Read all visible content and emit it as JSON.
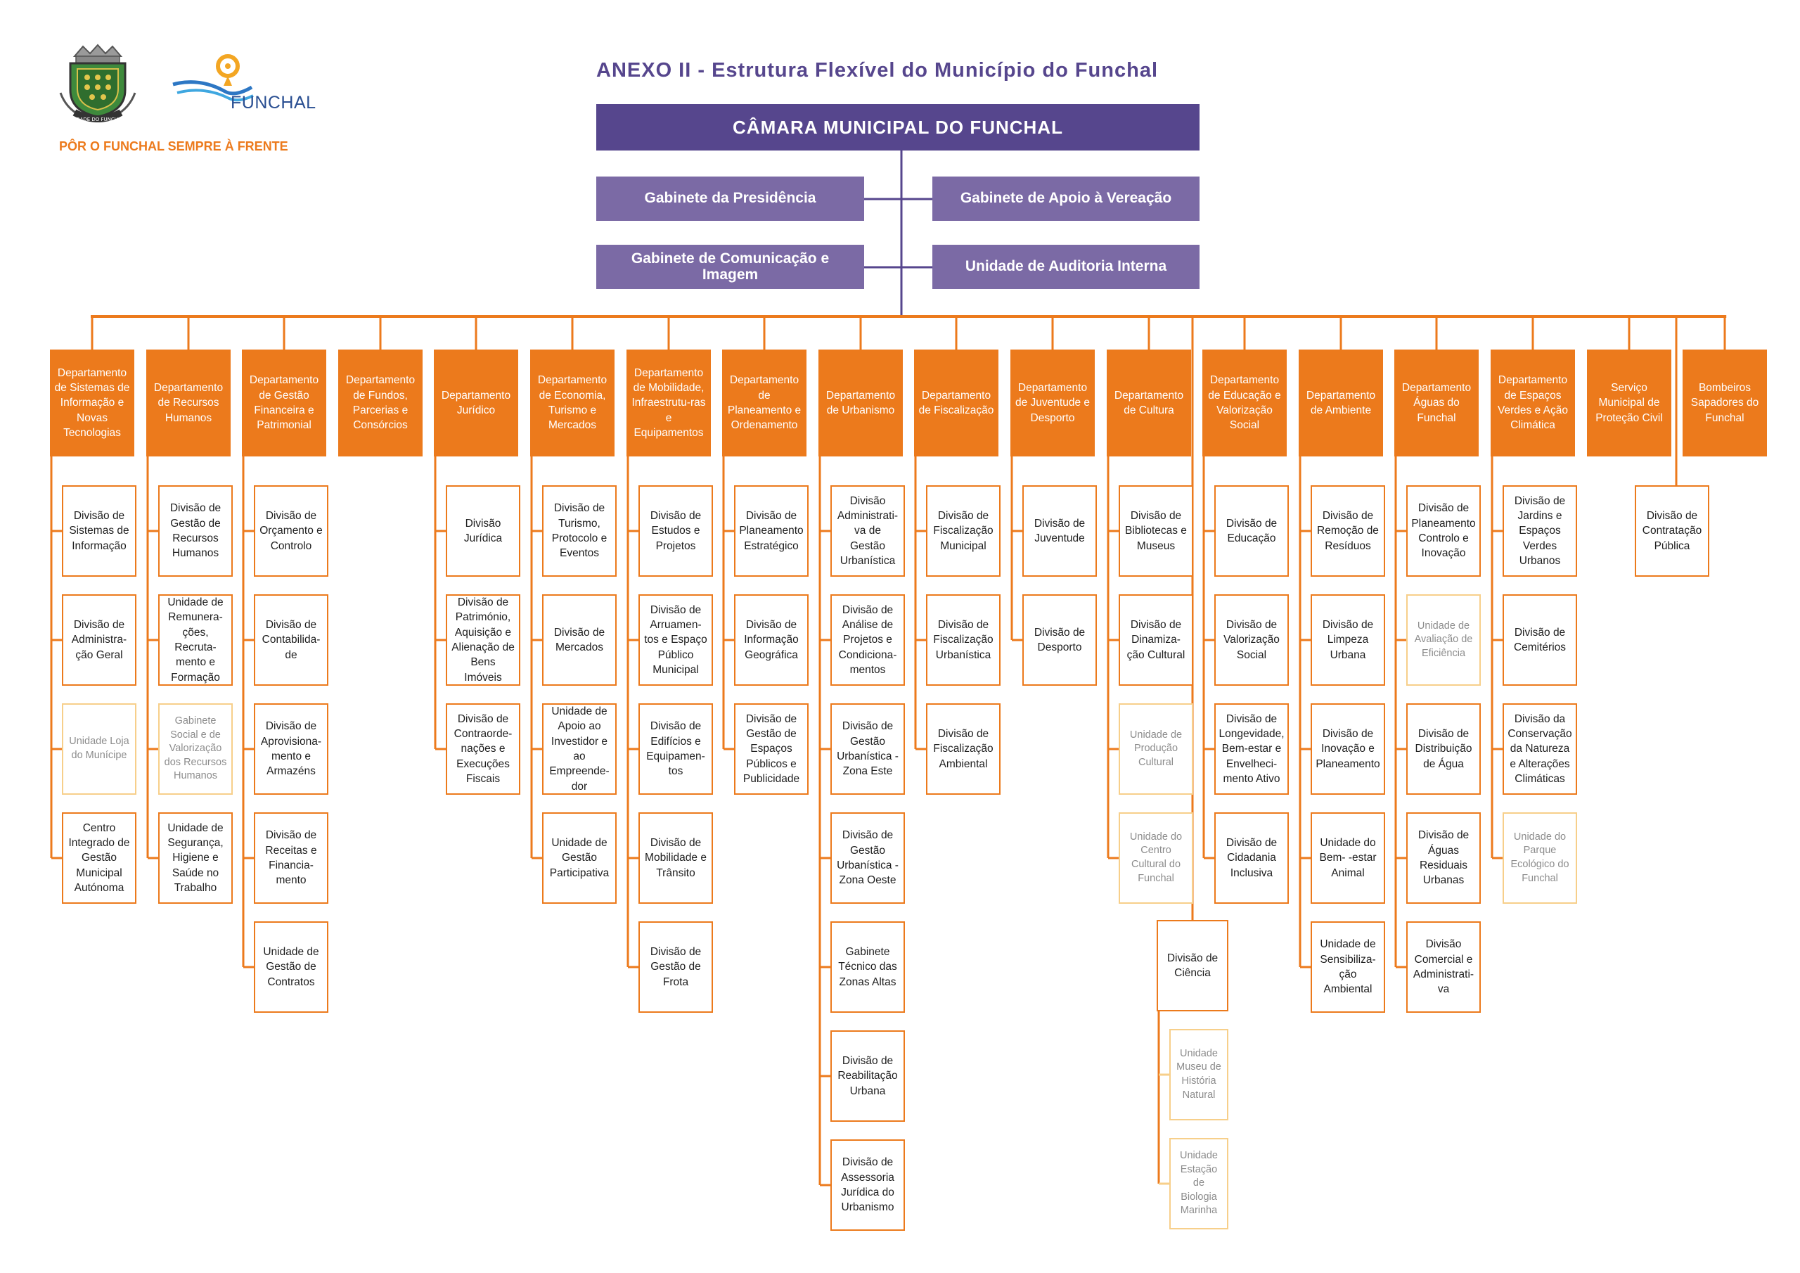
{
  "header": {
    "title": "ANEXO II - Estrutura Flexível do Município do Funchal",
    "brand": "FUNCHAL",
    "slogan": "PÔR O FUNCHAL SEMPRE À FRENTE",
    "crest_caption": "CIDADE DO FUNCHAL",
    "crest_icon": "municipal-crest-icon",
    "logo_icon": "funchal-logo-icon",
    "colors": {
      "purple": "#56468d",
      "purple_light": "#7b6aa5",
      "orange": "#ec7a1c",
      "unit_border": "#f7cf8a"
    }
  },
  "top": "CÂMARA MUNICIPAL DO FUNCHAL",
  "gabinetes": [
    "Gabinete da Presidência",
    "Gabinete de Apoio à Vereação",
    "Gabinete de Comunicação e Imagem",
    "Unidade de Auditoria Interna"
  ],
  "departments": [
    {
      "name": "Departamento de Sistemas de Informação e Novas Tecnologias",
      "subs": [
        {
          "text": "Divisão de Sistemas de Informação",
          "t": "div"
        },
        {
          "text": "Divisão de Administra-ção Geral",
          "t": "div"
        },
        {
          "text": "Unidade Loja do Munícipe",
          "t": "unit"
        },
        {
          "text": "Centro Integrado de Gestão Municipal Autónoma",
          "t": "div"
        }
      ]
    },
    {
      "name": "Departamento de Recursos Humanos",
      "subs": [
        {
          "text": "Divisão de Gestão de Recursos Humanos",
          "t": "div"
        },
        {
          "text": "Unidade de Remunera-ções, Recruta-mento e Formação",
          "t": "div"
        },
        {
          "text": "Gabinete Social e de Valorização dos Recursos Humanos",
          "t": "unit"
        },
        {
          "text": "Unidade de Segurança, Higiene e Saúde no Trabalho",
          "t": "div"
        }
      ]
    },
    {
      "name": "Departamento de Gestão Financeira e Patrimonial",
      "subs": [
        {
          "text": "Divisão de Orçamento e Controlo",
          "t": "div"
        },
        {
          "text": "Divisão de Contabilida-de",
          "t": "div"
        },
        {
          "text": "Divisão de Aprovisiona-mento e Armazéns",
          "t": "div"
        },
        {
          "text": "Divisão de Receitas e Financia-mento",
          "t": "div"
        },
        {
          "text": "Unidade de Gestão de Contratos",
          "t": "div"
        }
      ]
    },
    {
      "name": "Departamento de Fundos, Parcerias e Consórcios",
      "subs": []
    },
    {
      "name": "Departamento Jurídico",
      "subs": [
        {
          "text": "Divisão Jurídica",
          "t": "div"
        },
        {
          "text": "Divisão de Património, Aquisição e Alienação de Bens Imóveis",
          "t": "div"
        },
        {
          "text": "Divisão de Contraorde-nações e Execuções Fiscais",
          "t": "div"
        }
      ]
    },
    {
      "name": "Departamento de Economia, Turismo e Mercados",
      "subs": [
        {
          "text": "Divisão de Turismo, Protocolo e Eventos",
          "t": "div"
        },
        {
          "text": "Divisão de Mercados",
          "t": "div"
        },
        {
          "text": "Unidade de Apoio ao Investidor e ao Empreende-dor",
          "t": "div"
        },
        {
          "text": "Unidade de Gestão Participativa",
          "t": "div"
        }
      ]
    },
    {
      "name": "Departamento de Mobilidade, Infraestrutu-ras e Equipamentos",
      "subs": [
        {
          "text": "Divisão de Estudos e Projetos",
          "t": "div"
        },
        {
          "text": "Divisão de Arruamen-tos e Espaço Público Municipal",
          "t": "div"
        },
        {
          "text": "Divisão de Edifícios e Equipamen-tos",
          "t": "div"
        },
        {
          "text": "Divisão de Mobilidade e Trânsito",
          "t": "div"
        },
        {
          "text": "Divisão de Gestão de Frota",
          "t": "div"
        }
      ]
    },
    {
      "name": "Departamento de Planeamento e Ordenamento",
      "subs": [
        {
          "text": "Divisão de Planeamento Estratégico",
          "t": "div"
        },
        {
          "text": "Divisão de Informação Geográfica",
          "t": "div"
        },
        {
          "text": "Divisão de Gestão de Espaços Públicos e Publicidade",
          "t": "div"
        }
      ]
    },
    {
      "name": "Departamento de Urbanismo",
      "subs": [
        {
          "text": "Divisão Administrati-va de Gestão Urbanística",
          "t": "div"
        },
        {
          "text": "Divisão de Análise de Projetos e Condiciona-mentos",
          "t": "div"
        },
        {
          "text": "Divisão de Gestão Urbanística - Zona Este",
          "t": "div"
        },
        {
          "text": "Divisão de Gestão Urbanística - Zona Oeste",
          "t": "div"
        },
        {
          "text": "Gabinete Técnico das Zonas Altas",
          "t": "div"
        },
        {
          "text": "Divisão de Reabilitação Urbana",
          "t": "div"
        },
        {
          "text": "Divisão de Assessoria Jurídica do Urbanismo",
          "t": "div"
        }
      ]
    },
    {
      "name": "Departamento de Fiscalização",
      "subs": [
        {
          "text": "Divisão de Fiscalização Municipal",
          "t": "div"
        },
        {
          "text": "Divisão de Fiscalização Urbanística",
          "t": "div"
        },
        {
          "text": "Divisão de Fiscalização Ambiental",
          "t": "div"
        }
      ]
    },
    {
      "name": "Departamento de Juventude e Desporto",
      "subs": [
        {
          "text": "Divisão de Juventude",
          "t": "div"
        },
        {
          "text": "Divisão de Desporto",
          "t": "div"
        }
      ]
    },
    {
      "name": "Departamento de Cultura",
      "subs": [
        {
          "text": "Divisão de Bibliotecas e Museus",
          "t": "div"
        },
        {
          "text": "Divisão de Dinamiza-ção Cultural",
          "t": "div"
        },
        {
          "text": "Unidade de Produção Cultural",
          "t": "unit"
        },
        {
          "text": "Unidade do Centro Cultural do Funchal",
          "t": "unit"
        }
      ]
    },
    {
      "name": "Departamento de Educação e Valorização Social",
      "subs": [
        {
          "text": "Divisão de Educação",
          "t": "div"
        },
        {
          "text": "Divisão de Valorização Social",
          "t": "div"
        },
        {
          "text": "Divisão de Longevidade, Bem-estar e Envelheci-mento Ativo",
          "t": "div"
        },
        {
          "text": "Divisão de Cidadania Inclusiva",
          "t": "div"
        }
      ]
    },
    {
      "name": "Departamento de Ambiente",
      "subs": [
        {
          "text": "Divisão de Remoção de Resíduos",
          "t": "div"
        },
        {
          "text": "Divisão de Limpeza Urbana",
          "t": "div"
        },
        {
          "text": "Divisão de Inovação e Planeamento",
          "t": "div"
        },
        {
          "text": "Unidade do Bem- -estar Animal",
          "t": "div"
        },
        {
          "text": "Unidade de Sensibiliza-ção Ambiental",
          "t": "div"
        }
      ]
    },
    {
      "name": "Departamento Águas do Funchal",
      "subs": [
        {
          "text": "Divisão de Planeamento Controlo e Inovação",
          "t": "div"
        },
        {
          "text": "Unidade de Avaliação de Eficiência",
          "t": "unit"
        },
        {
          "text": "Divisão de Distribuição de Água",
          "t": "div"
        },
        {
          "text": "Divisão de Águas Residuais Urbanas",
          "t": "div"
        },
        {
          "text": "Divisão Comercial e Administrati-va",
          "t": "div"
        }
      ]
    },
    {
      "name": "Departamento de Espaços Verdes e Ação Climática",
      "subs": [
        {
          "text": "Divisão de Jardins e Espaços Verdes Urbanos",
          "t": "div"
        },
        {
          "text": "Divisão de Cemitérios",
          "t": "div"
        },
        {
          "text": "Divisão da Conservação da Natureza e Alterações Climáticas",
          "t": "div"
        },
        {
          "text": "Unidade do Parque Ecológico do Funchal",
          "t": "unit"
        }
      ]
    },
    {
      "name": "Serviço Municipal de Proteção Civil",
      "subs": []
    },
    {
      "name": "Bombeiros Sapadores do Funchal",
      "subs": []
    }
  ],
  "ciencia": {
    "division": "Divisão de Ciência",
    "units": [
      "Unidade Museu de História Natural",
      "Unidade Estação de Biologia Marinha"
    ]
  },
  "contratacao": "Divisão de Contratação Pública"
}
